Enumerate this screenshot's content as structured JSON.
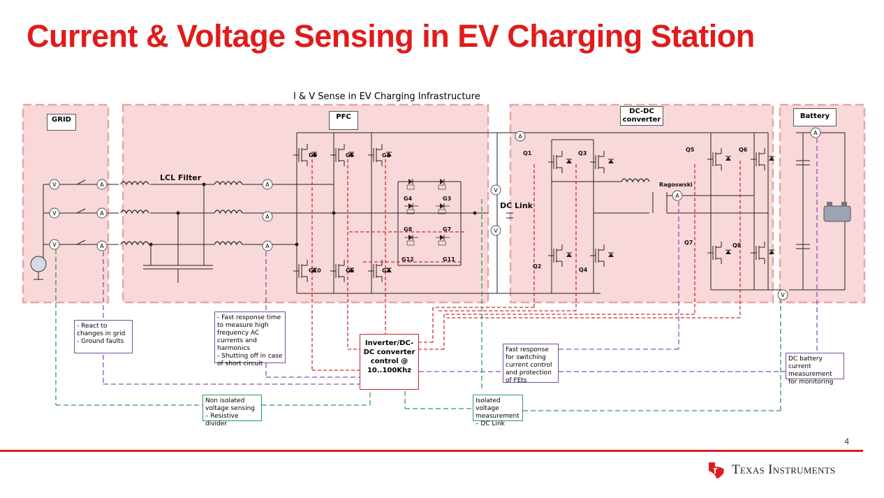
{
  "slide": {
    "title": "Current & Voltage Sensing in EV Charging Station",
    "subtitle": "I & V Sense in EV Charging Infrastructure",
    "page_number": "4",
    "brand": {
      "name_first": "Texas",
      "name_second": "Instruments"
    },
    "accent_color": "#e01b1b"
  },
  "blocks": {
    "grid": "GRID",
    "pfc": "PFC",
    "dcdc_line1": "DC-DC",
    "dcdc_line2": "converter",
    "battery": "Battery"
  },
  "labels": {
    "lcl_filter": "LCL Filter",
    "dc_link": "DC Link",
    "ragoswski": "Ragoswski",
    "gates": [
      "G9",
      "G5",
      "G1",
      "G4",
      "G3",
      "G8",
      "G7",
      "G12",
      "G11",
      "G10",
      "G6",
      "G2"
    ],
    "switches": [
      "Q1",
      "Q3",
      "Q5",
      "Q6",
      "Q7",
      "Q8",
      "Q2",
      "Q4"
    ],
    "voltmeter": "V",
    "ammeter": "A"
  },
  "notes": {
    "grid_note": [
      "- React to changes in grid",
      "- Ground faults"
    ],
    "ac_note": [
      "- Fast response time to measure high frequency AC currents and harmonics",
      "- Shutting off in case of short circuit"
    ],
    "controller": [
      "Inverter/DC-DC converter",
      "control @",
      "10..100Khz"
    ],
    "fet_note": "Fast response for switching current control and protection of FEts",
    "battery_note": "DC battery current measurement for monitoring",
    "non_isolated": "Non isolated voltage sensing – Resistive divider",
    "isolated": "Isolated voltage measurement – DC Link"
  },
  "colors": {
    "region_fill": "#f8d8d8",
    "region_border": "#e8a5a5",
    "purple_line": "#8b4fb5",
    "green_line": "#2a9a5b",
    "red_line": "#d32a2a"
  }
}
